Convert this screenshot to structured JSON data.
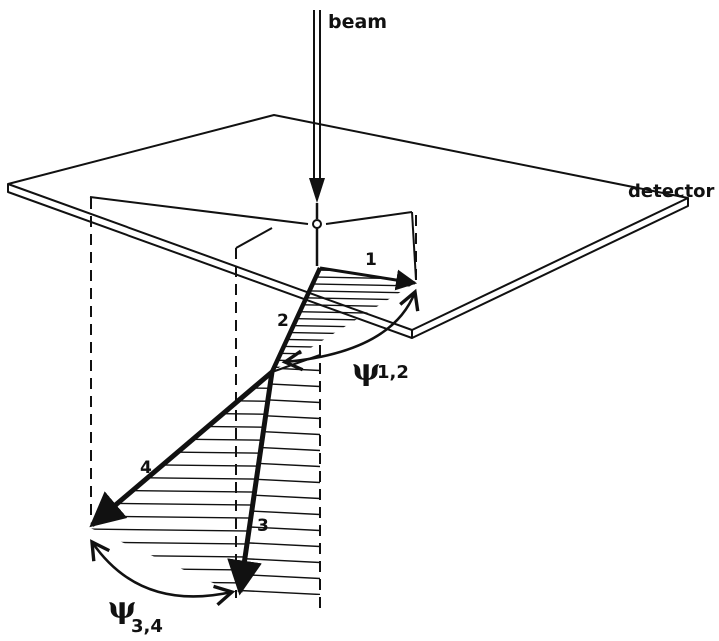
{
  "labels": {
    "beam": "beam",
    "detector": "detector",
    "vec1": "1",
    "vec2": "2",
    "vec3": "3",
    "vec4": "4",
    "psi_symbol": "ψ",
    "psi12_sub": "1,2",
    "psi34_sub": "3,4"
  },
  "colors": {
    "ink": "#111111",
    "background": "#ffffff"
  }
}
